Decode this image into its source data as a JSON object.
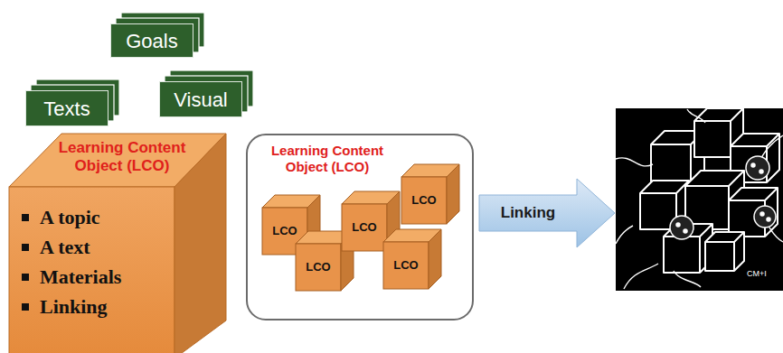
{
  "diagram": {
    "nodes": [
      {
        "text": [
          "Goals"
        ]
      },
      {
        "text": [
          "Texts"
        ]
      },
      {
        "text": [
          "Visual"
        ]
      },
      {
        "text": [
          "Learning Content Object (LCO)",
          "A topic",
          "A text",
          "Materials",
          "Linking"
        ]
      },
      {
        "text": [
          "Learning Content Object (LCO)"
        ]
      },
      {
        "text": [
          "LCO"
        ],
        "in": 4
      },
      {
        "text": [
          "LCO"
        ],
        "in": 4
      },
      {
        "text": [
          "LCO"
        ],
        "in": 4
      },
      {
        "text": [
          "LCO"
        ],
        "in": 4
      },
      {
        "text": [
          "LCO"
        ],
        "in": 4
      },
      {
        "text": [
          "Linking"
        ]
      }
    ],
    "labels": [
      "CM+I"
    ]
  }
}
